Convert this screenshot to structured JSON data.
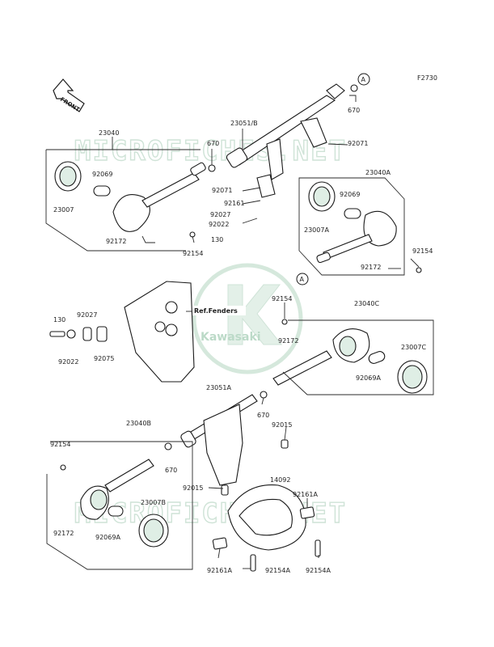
{
  "figure_code": "F2730",
  "front_label": "FRONT",
  "watermark": "MICROFICHES.NET",
  "brand": "Kawasaki",
  "ref_label": "Ref.Fenders",
  "callouts": {
    "a_top": "A",
    "a_mid": "A"
  },
  "labels": {
    "l23040": "23040",
    "l92069": "92069",
    "l23007": "23007",
    "l92172": "92172",
    "l92154": "92154",
    "l670a": "670",
    "l23051b": "23051/B",
    "l92071a": "92071",
    "l92071b": "92071",
    "l92161": "92161",
    "l92027a": "92027",
    "l92022a": "92022",
    "l130a": "130",
    "l670b": "670",
    "l23040a": "23040A",
    "l92069b": "92069",
    "l23007a": "23007A",
    "l92154b": "92154",
    "l92172b": "92172",
    "l130b": "130",
    "l92027b": "92027",
    "l92022b": "92022",
    "l92075": "92075",
    "l92154c": "92154",
    "l23040c": "23040C",
    "l92172c": "92172",
    "l23007c": "23007C",
    "l92069a": "92069A",
    "l23051a": "23051A",
    "l670c": "670",
    "l92015a": "92015",
    "l23040b": "23040B",
    "l92154d": "92154",
    "l670d": "670",
    "l92015b": "92015",
    "l14092": "14092",
    "l92161a": "92161A",
    "l23007b": "23007B",
    "l92172d": "92172",
    "l92069a2": "92069A",
    "l92161a2": "92161A",
    "l92154a": "92154A",
    "l92154a2": "92154A"
  }
}
